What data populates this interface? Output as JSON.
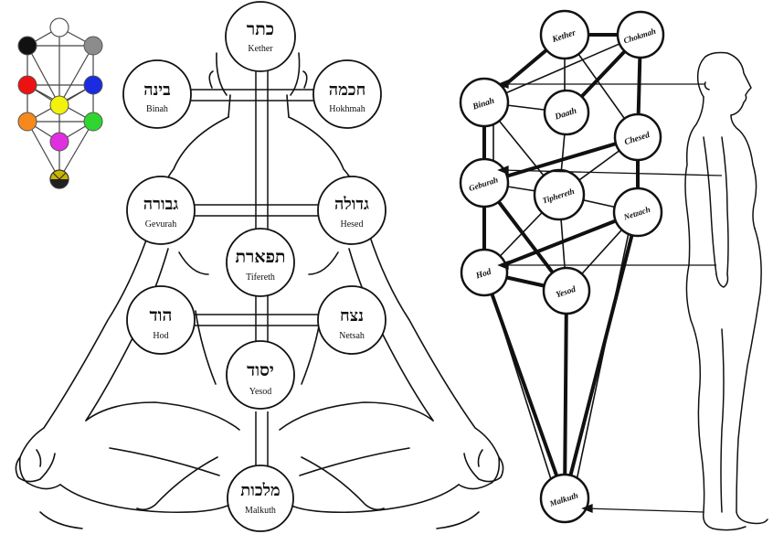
{
  "legend_colors": {
    "kether": "#ffffff",
    "binah": "#111111",
    "chokmah": "#8c8c8c",
    "gevurah": "#ee1111",
    "chesed": "#1a2be0",
    "tiphareth": "#f2f20a",
    "hod": "#f5891c",
    "netzach": "#2fd62f",
    "yesod": "#e02fe0",
    "malkuth_quarters": [
      "#c9b400",
      "#6b3b10",
      "#222222",
      "#9a8f10"
    ]
  },
  "left_figure": {
    "sephiroth": [
      {
        "hebrew": "כתר",
        "latin": "Kether"
      },
      {
        "hebrew": "בינה",
        "latin": "Binah"
      },
      {
        "hebrew": "חכמה",
        "latin": "Hokhmah"
      },
      {
        "hebrew": "גבורה",
        "latin": "Gevurah"
      },
      {
        "hebrew": "גדולה",
        "latin": "Hesed"
      },
      {
        "hebrew": "תפארת",
        "latin": "Tifereth"
      },
      {
        "hebrew": "הוד",
        "latin": "Hod"
      },
      {
        "hebrew": "נצח",
        "latin": "Netsah"
      },
      {
        "hebrew": "יסוד",
        "latin": "Yesod"
      },
      {
        "hebrew": "מלכות",
        "latin": "Malkuth"
      }
    ]
  },
  "right_tree": {
    "sephiroth": [
      "Kether",
      "Chokmah",
      "Binah",
      "Daath",
      "Chesed",
      "Geburah",
      "Tiphereth",
      "Netzach",
      "Hod",
      "Yesod",
      "Malkuth"
    ]
  }
}
